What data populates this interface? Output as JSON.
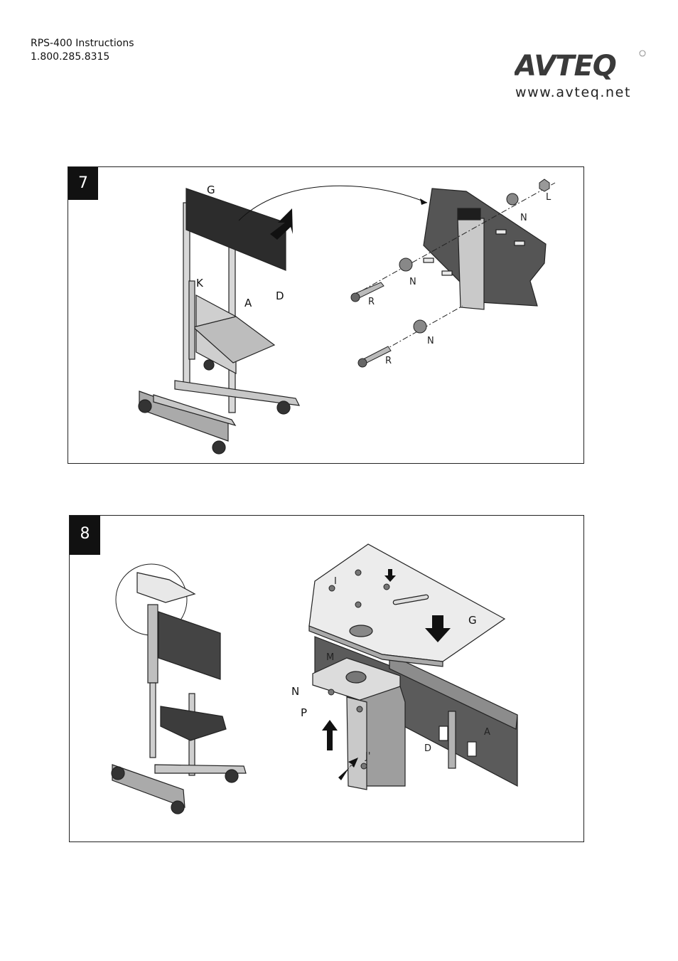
{
  "header": {
    "title": "RPS-400 Instructions",
    "phone": "1.800.285.8315"
  },
  "brand": {
    "logo_text": "AVTEQ",
    "website": "www.avteq.net",
    "logo_color": "#3a3a3a"
  },
  "steps": [
    {
      "number": "7",
      "labels": {
        "g": "G",
        "k": "K",
        "a": "A",
        "d": "D",
        "l": "L",
        "n1": "N",
        "n2": "N",
        "n3": "N",
        "r1": "R",
        "r2": "R"
      }
    },
    {
      "number": "8",
      "labels": {
        "i": "I",
        "g": "G",
        "m": "M",
        "n": "N",
        "p": "P",
        "j": "J'",
        "a": "A",
        "d": "D"
      }
    }
  ]
}
